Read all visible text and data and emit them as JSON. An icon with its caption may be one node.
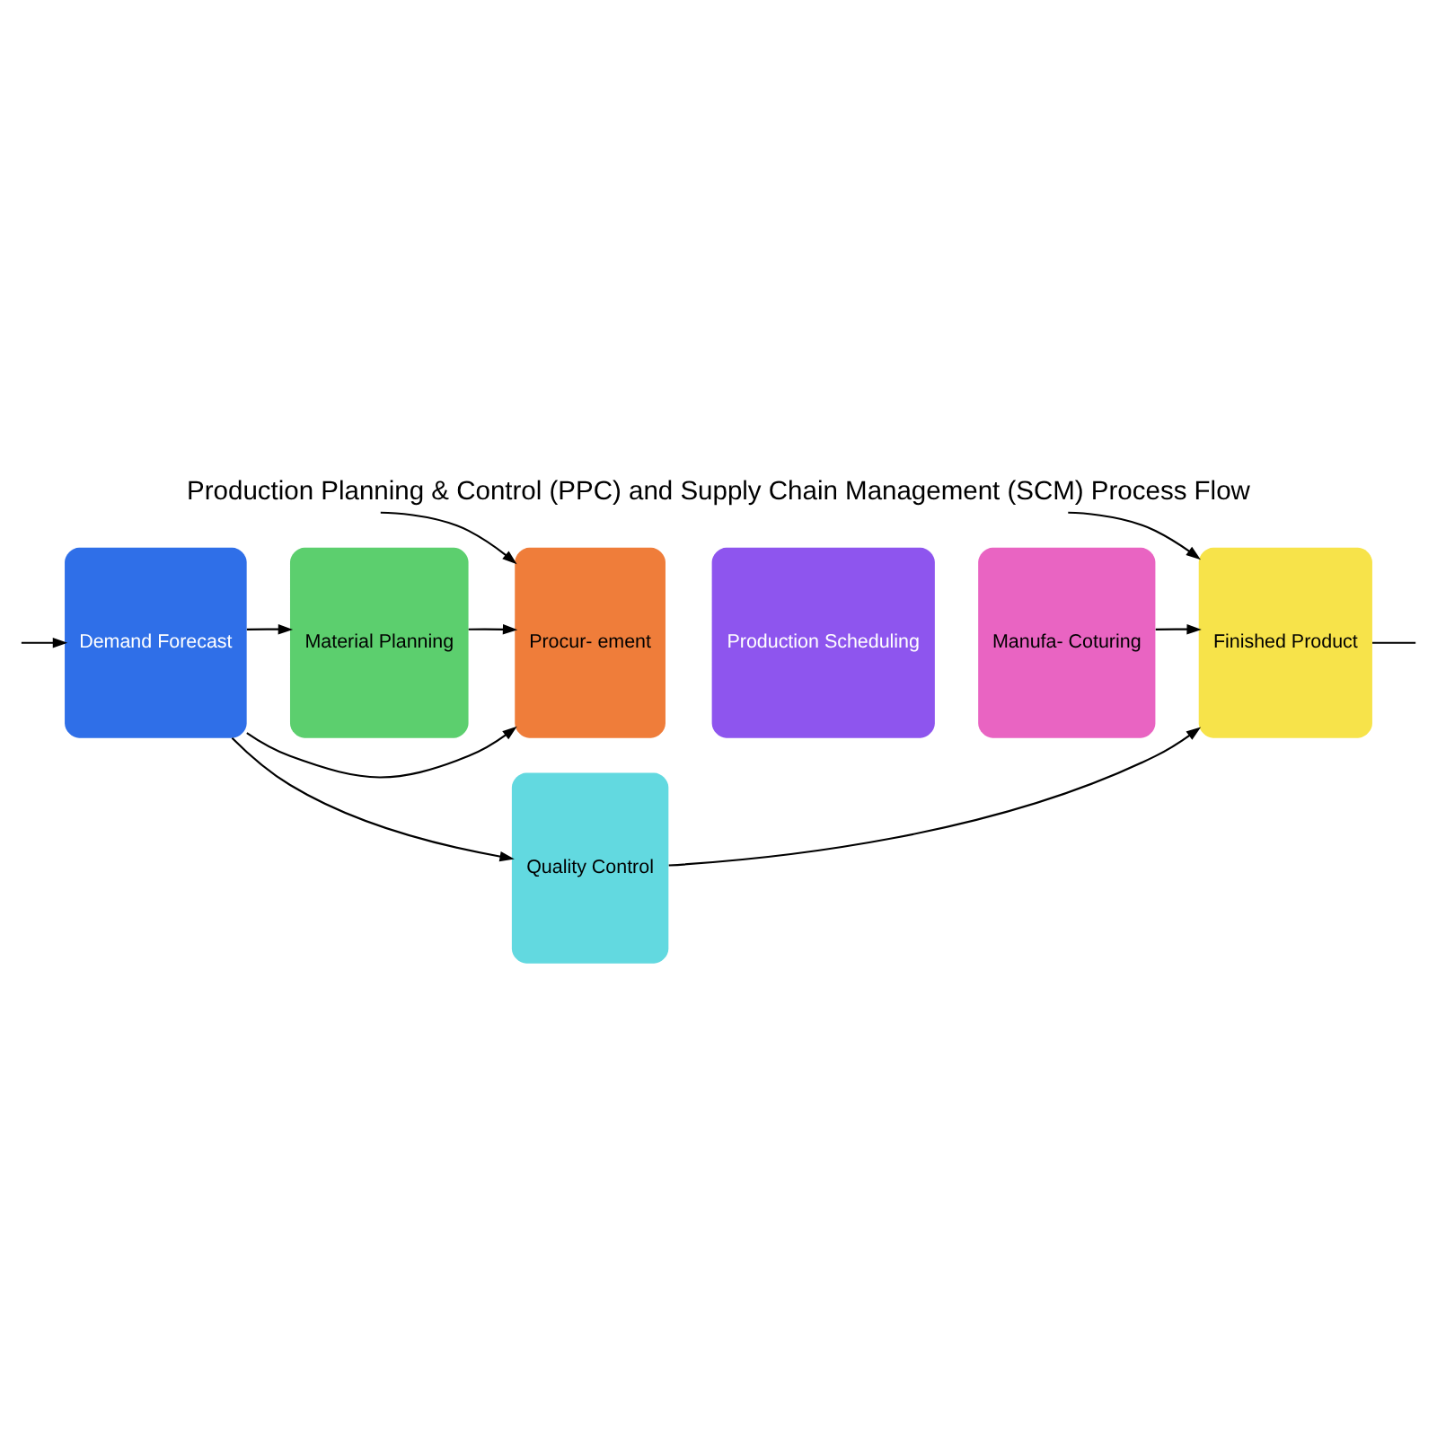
{
  "diagram": {
    "title": "Production Planning & Control (PPC) and Supply Chain Management (SCM) Process Flow",
    "nodes": [
      {
        "text": [
          "Demand Forecast"
        ]
      },
      {
        "text": [
          "Material Planning"
        ]
      },
      {
        "text": [
          "Procur- ement"
        ]
      },
      {
        "text": [
          "Production Scheduling"
        ]
      },
      {
        "text": [
          "Manufa- Coturing"
        ]
      },
      {
        "text": [
          "Finished Product"
        ]
      },
      {
        "text": [
          "Quality Control"
        ]
      }
    ],
    "edges": [
      {
        "from": null,
        "to": 0,
        "arrow": "to"
      },
      {
        "from": 0,
        "to": 1,
        "arrow": "to"
      },
      {
        "from": 1,
        "to": 2,
        "arrow": "to"
      },
      {
        "from": null,
        "to": 2,
        "arrow": "to"
      },
      {
        "from": 4,
        "to": 5,
        "arrow": "to"
      },
      {
        "from": null,
        "to": 5,
        "arrow": "to"
      },
      {
        "from": 5,
        "to": null,
        "arrow": "none"
      },
      {
        "from": 0,
        "to": 2,
        "arrow": "to"
      },
      {
        "from": 0,
        "to": 6,
        "arrow": "to"
      },
      {
        "from": 6,
        "to": 5,
        "arrow": "to"
      }
    ]
  }
}
